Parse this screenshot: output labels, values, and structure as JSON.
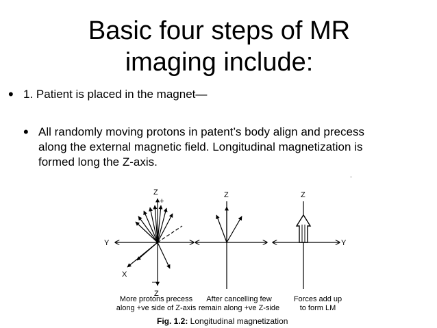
{
  "slide": {
    "title_line1": "Basic four steps of MR",
    "title_line2": "imaging include:",
    "bullets": [
      {
        "marker": "•",
        "text": "1. Patient is placed in the magnet—"
      },
      {
        "marker": "•",
        "text": "All randomly moving protons in patent’s body align and precess along the external magnetic field. Longitudinal magnetization is formed long the Z-axis."
      }
    ],
    "stray_mark": "."
  },
  "figure": {
    "axis_labels": {
      "z_top_1": "Z",
      "plus": "+",
      "y_left": "Y",
      "x_label": "X",
      "minus": "–",
      "z_bottom": "Z",
      "z_top_2": "Z",
      "z_top_3": "Z",
      "y_right": "Y"
    },
    "panels": [
      {
        "caption_line1": "More protons precess",
        "caption_line2": "along +ve side of Z-axis"
      },
      {
        "caption_line1": "After cancelling few",
        "caption_line2": "remain along +ve Z-side"
      },
      {
        "caption_line1": "Forces add up",
        "caption_line2": "to form LM"
      }
    ],
    "caption_bold": "Fig. 1.2:",
    "caption_text": " Longitudinal magnetization"
  }
}
